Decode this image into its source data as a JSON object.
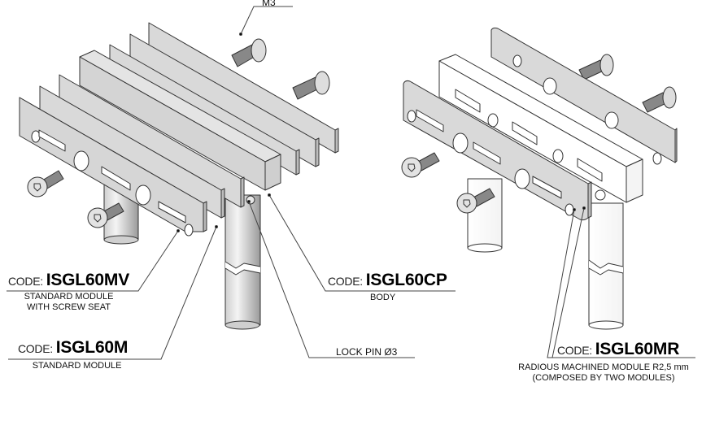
{
  "callouts": {
    "screw": {
      "label": "M3"
    },
    "mv": {
      "prefix": "CODE:",
      "code": "ISGL60MV",
      "description": [
        "STANDARD MODULE",
        "WITH SCREW SEAT"
      ]
    },
    "m": {
      "prefix": "CODE:",
      "code": "ISGL60M",
      "description": [
        "STANDARD MODULE"
      ]
    },
    "cp": {
      "prefix": "CODE:",
      "code": "ISGL60CP",
      "description": [
        "BODY"
      ]
    },
    "pin": {
      "label": "LOCK PIN Ø3"
    },
    "mr": {
      "prefix": "CODE:",
      "code": "ISGL60MR",
      "description": [
        "RADIOUS MACHINED MODULE R2,5 mm",
        "(COMPOSED BY TWO MODULES)"
      ]
    }
  },
  "colors": {
    "part_fill": "#d9d9d9",
    "part_dark": "#b8b8b8",
    "body_fill": "#ffffff",
    "outline": "#333333",
    "leader": "#444444"
  }
}
